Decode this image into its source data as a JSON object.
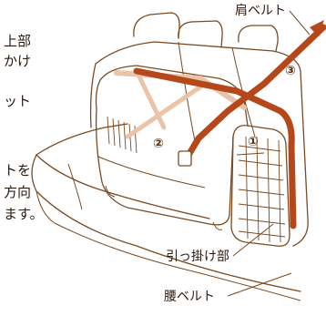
{
  "labels": {
    "shoulder_belt": "肩ベルト",
    "hook_part": "引っ掛け部",
    "lap_belt": "腰ベルト"
  },
  "step_numbers": [
    "①",
    "②",
    "③"
  ],
  "side_text_fragments": [
    "上部",
    "かけ",
    "ット",
    "トを",
    "方向",
    "ます。"
  ],
  "colors": {
    "line": "#7a4a22",
    "belt": "#b5471b",
    "belt_pale": "#e9c4a8",
    "text": "#2b1a10"
  }
}
